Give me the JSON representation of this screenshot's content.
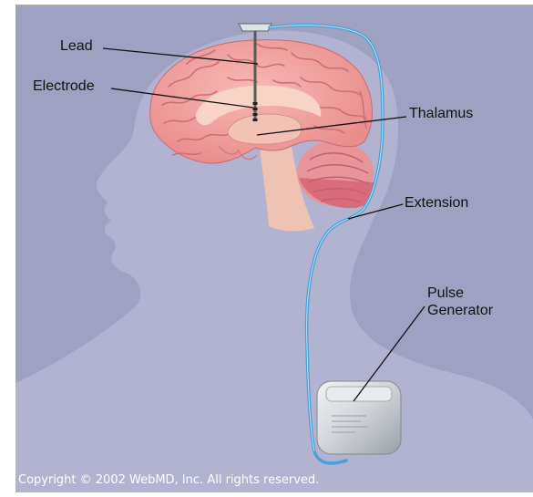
{
  "labels": {
    "lead": "Lead",
    "electrode": "Electrode",
    "thalamus": "Thalamus",
    "extension": "Extension",
    "pulse_generator_line1": "Pulse",
    "pulse_generator_line2": "Generator"
  },
  "copyright": "Copyright © 2002 WebMD, Inc. All rights reserved.",
  "colors": {
    "background": "#9ea1c2",
    "head_silhouette": "#b0b2cf",
    "brain": "#f2a3a0",
    "brain_inner": "#f6ccc0",
    "brainstem": "#eec0b0",
    "cerebellum": "#e58a8e",
    "wire": "#4a9fd6",
    "device": "#d2d6da"
  }
}
